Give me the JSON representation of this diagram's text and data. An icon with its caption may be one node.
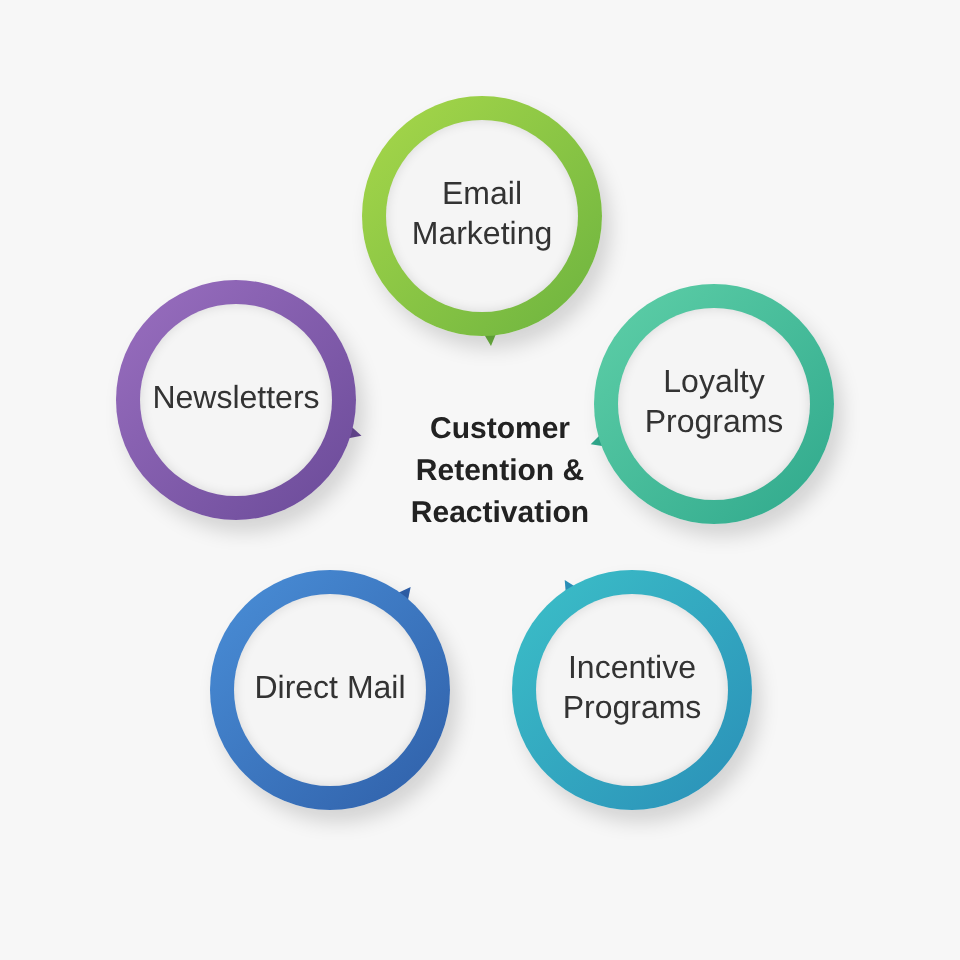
{
  "diagram": {
    "title": "Customer Retention & Reactivation",
    "nodes": [
      {
        "text": [
          "Email Marketing"
        ]
      },
      {
        "text": [
          "Loyalty Programs"
        ]
      },
      {
        "text": [
          "Incentive Programs"
        ]
      },
      {
        "text": [
          "Direct Mail"
        ]
      },
      {
        "text": [
          "Newsletters"
        ]
      }
    ],
    "edges": []
  }
}
